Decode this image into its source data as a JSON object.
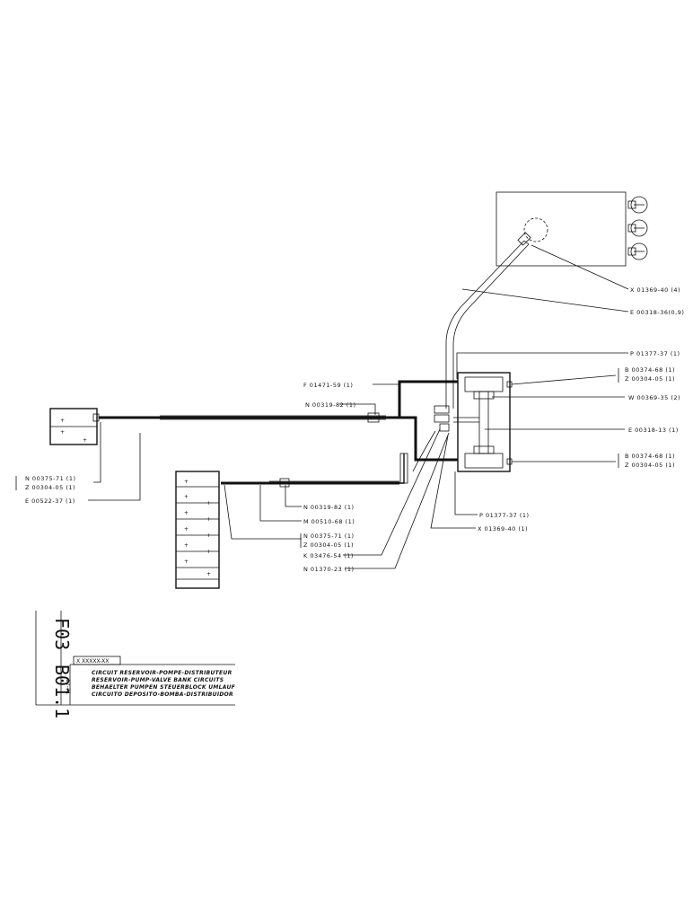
{
  "labels": {
    "x_tank_fitting": "X 01369-40 (4)",
    "e_tank_hose": "E 00318-36(0,9)",
    "p_upper": "P 01377-37 (1)",
    "b_upper": "B 00374-68 (1)",
    "z_upper": "Z 00304-05 (1)",
    "w_block": "W 00369-35 (2)",
    "e_block": "E 00318-13 (1)",
    "b_lower": "B 00374-68 (1)",
    "z_lower": "Z 00304-05 (1)",
    "p_lower": "P 01377-37 (1)",
    "x_lower": "X 01369-40 (1)",
    "f_block": "F 01471-59 (1)",
    "n_upper_tube": "N 00319-82 (1)",
    "n_lower_tube": "N 00319-82 (1)",
    "m_lower": "M 00510-68 (1)",
    "n_valve": "N 00375-71 (1)",
    "z_valve": "Z 00304-05 (1)",
    "k_fitting": "K 03476-54 (1)",
    "n_hose": "N 01370-23 (1)",
    "n_left": "N 00375-71 (1)",
    "z_left": "Z 00304-05 (1)",
    "e_left": "E 00522-37 (1)"
  },
  "title_block": {
    "code": "X XXXXX-XX",
    "line1": "CIRCUIT RESERVOIR-POMPE-DISTRIBUTEUR",
    "line2": "RESERVOIR-PUMP-VALVE BANK CIRCUITS",
    "line3": "BEHAELTER PUMPEN STEUERBLOCK UMLAUF",
    "line4": "CIRCUITO DEPOSITO-BOMBA-DISTRIBUIDOR",
    "page_prefix": "F03",
    "page_number": "B01.1",
    "date": "12-71"
  }
}
